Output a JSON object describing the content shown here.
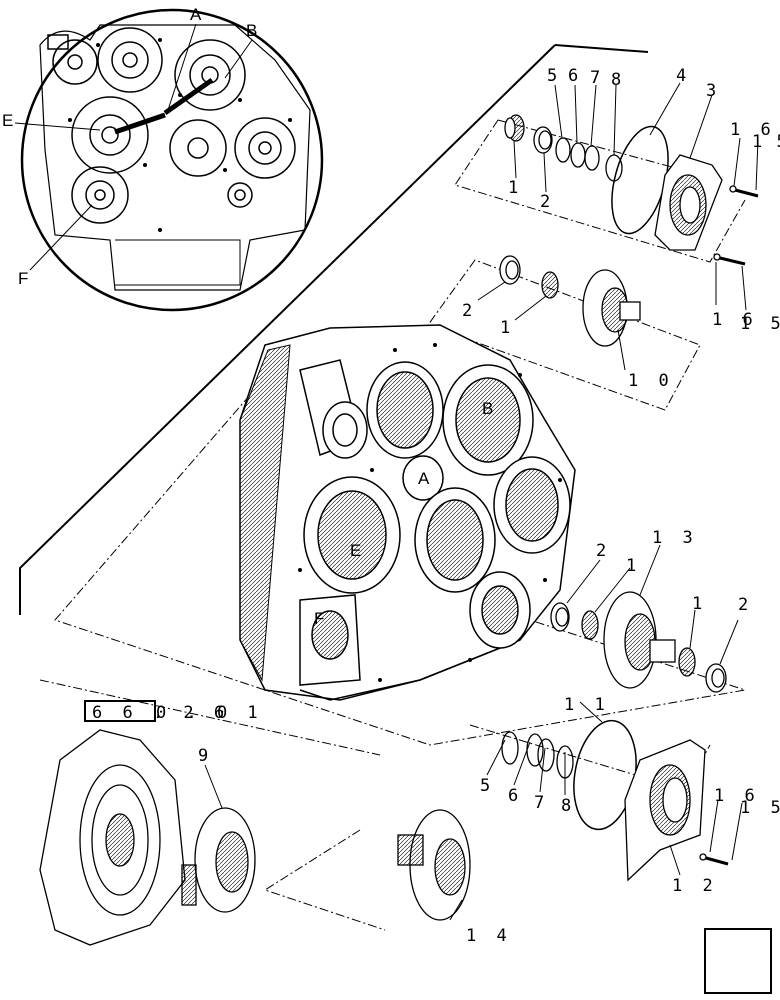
{
  "zones": [
    "A",
    "B",
    "E",
    "F"
  ],
  "callouts": {
    "c1a": "1",
    "c2a": "2",
    "c5a": "5",
    "c6a": "6",
    "c7a": "7",
    "c8a": "8",
    "c4": "4",
    "c3": "3",
    "c16a": "1 6",
    "c15a": "1 5",
    "c2b": "2",
    "c1b": "1",
    "c16b": "1 6",
    "c15b": "1 5",
    "c10": "1 0",
    "c2c": "2",
    "c1c": "1",
    "c13": "1 3",
    "c1d": "1",
    "c2d": "2",
    "c11": "1 1",
    "c5b": "5",
    "c6b": "6",
    "c7b": "7",
    "c8b": "8",
    "c16c": "1 6",
    "c15c": "1 5",
    "c12": "1 2",
    "c9": "9",
    "c14": "1 4"
  },
  "reference": {
    "boxed": "6 6 . 2 6",
    "rest": "0 . 0 1"
  },
  "nav_icon": "next-page-arrow-icon"
}
